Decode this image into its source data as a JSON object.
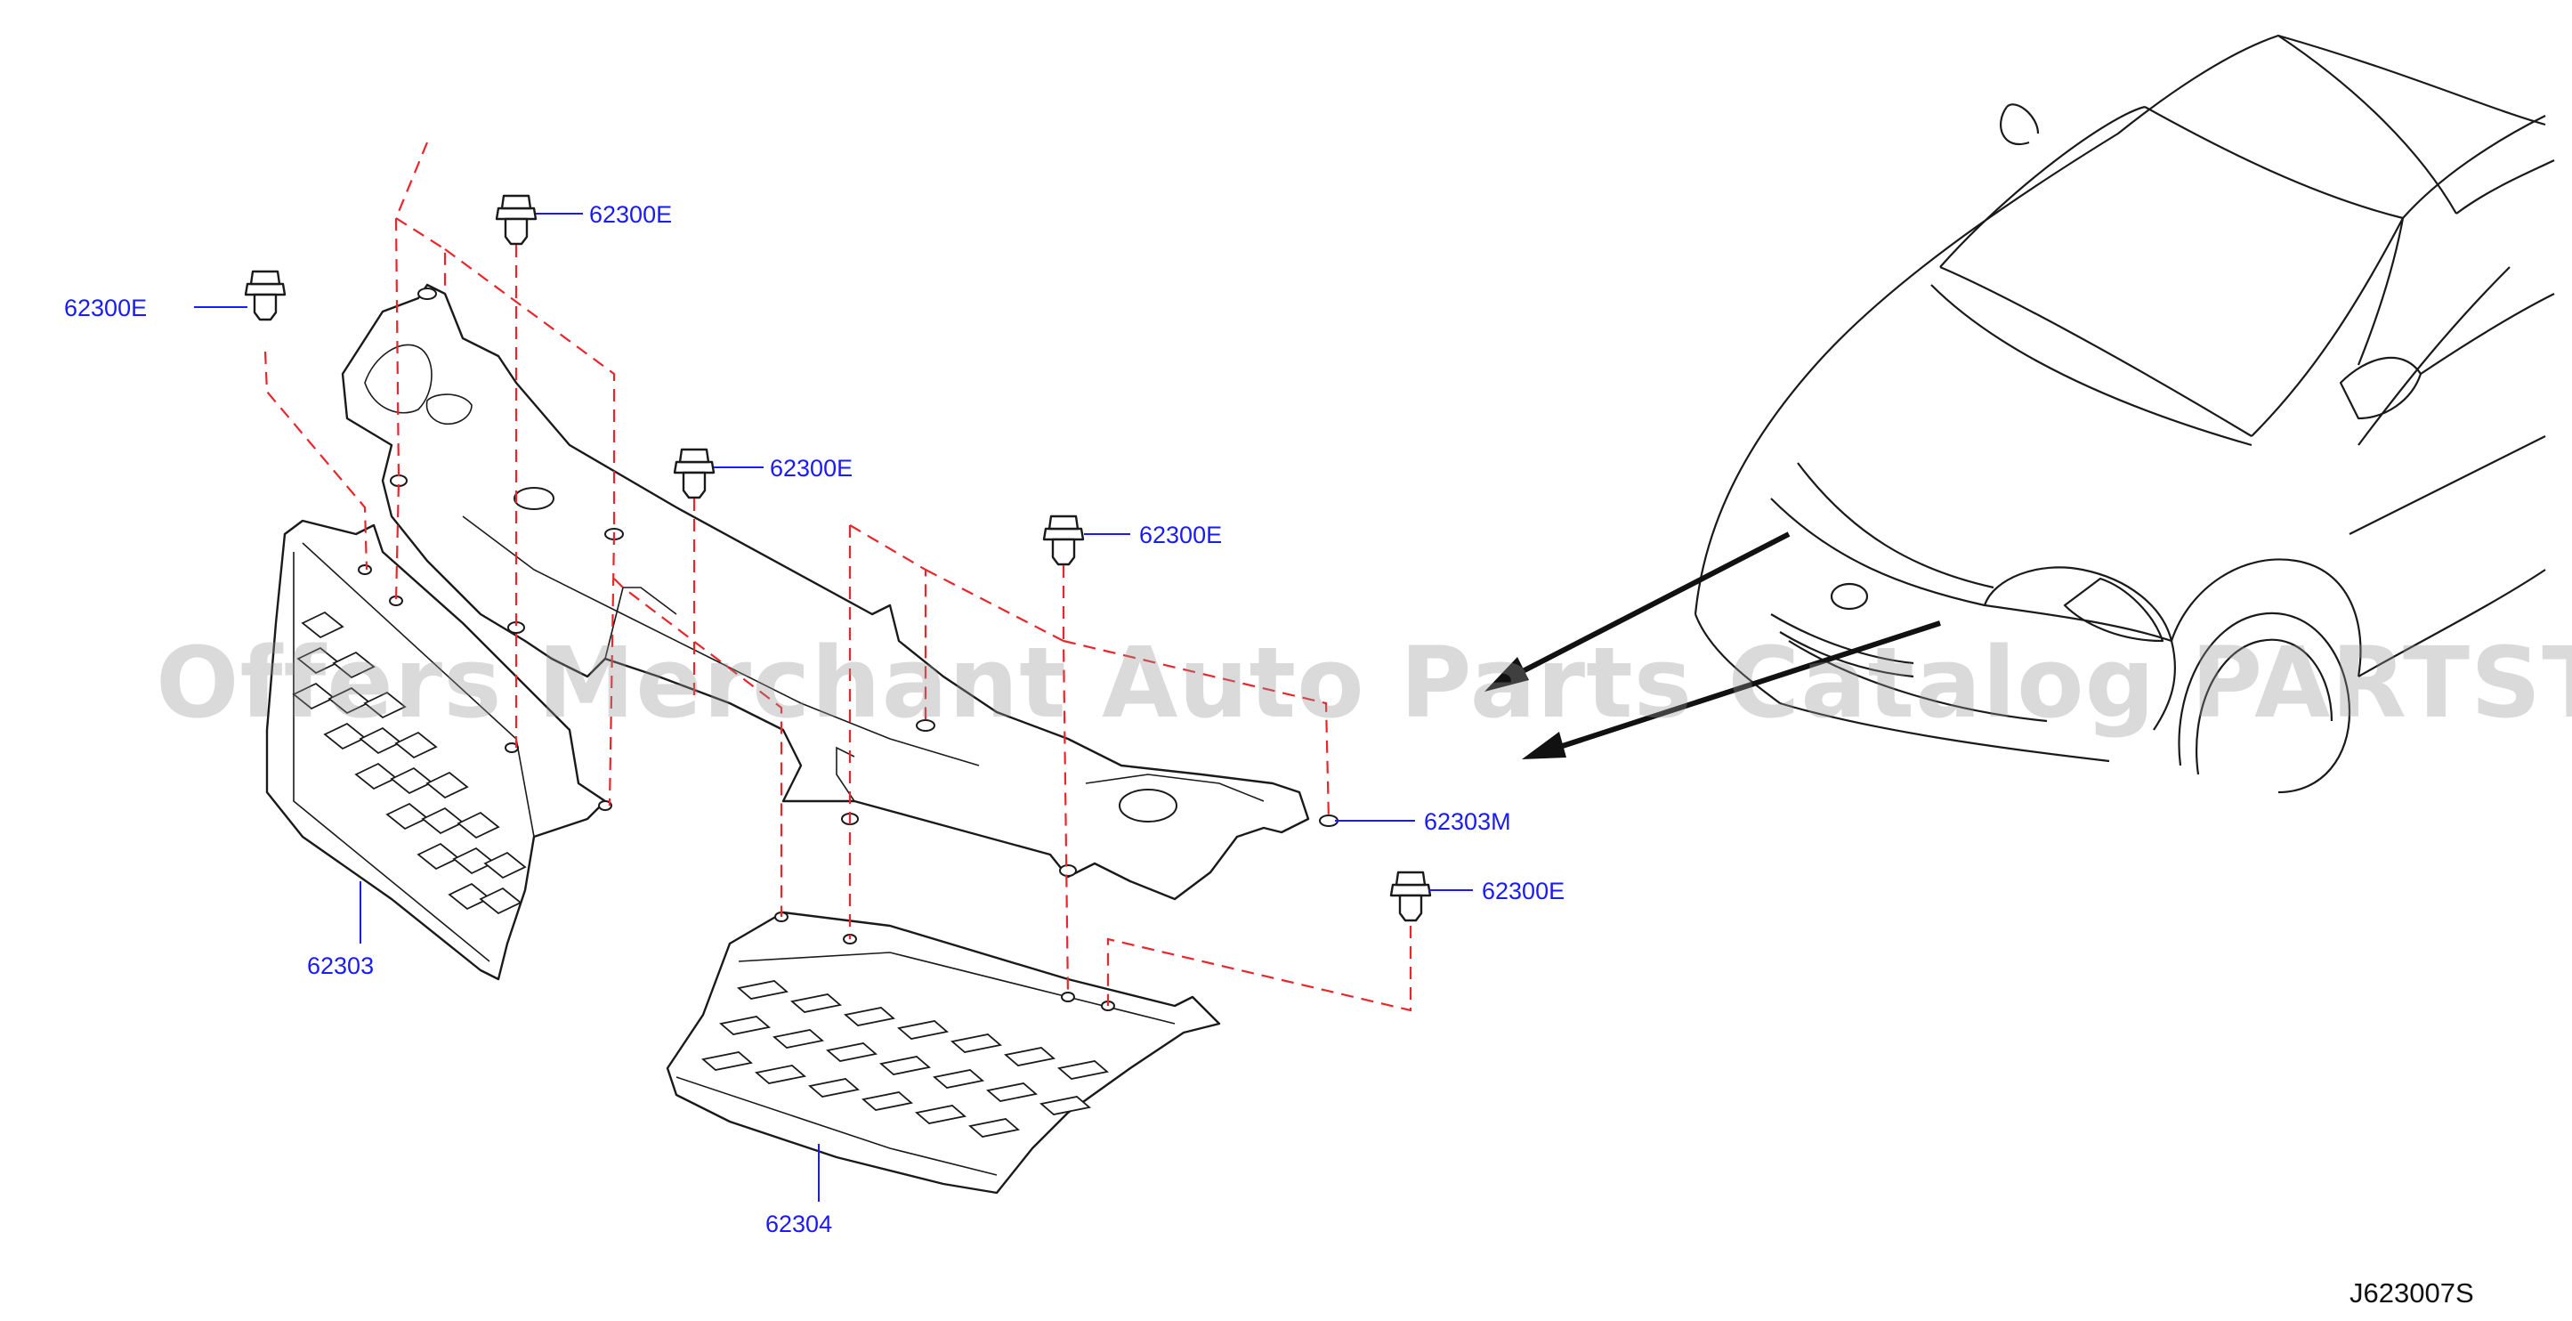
{
  "callouts": {
    "clip_a": "62300E",
    "clip_b": "62300E",
    "clip_c": "62300E",
    "clip_d": "62300E",
    "clip_e": "62300E",
    "bracket": "62303M",
    "upper_grille": "62303",
    "lower_grille": "62304"
  },
  "diagram_code": "J623007S",
  "watermark": "Offers Merchant Auto Parts Catalog PARTSTORE.SA",
  "colors": {
    "callout_text": "#1a1aff",
    "dashed_guides": "#e8262b",
    "outline": "#1a1a1a"
  }
}
